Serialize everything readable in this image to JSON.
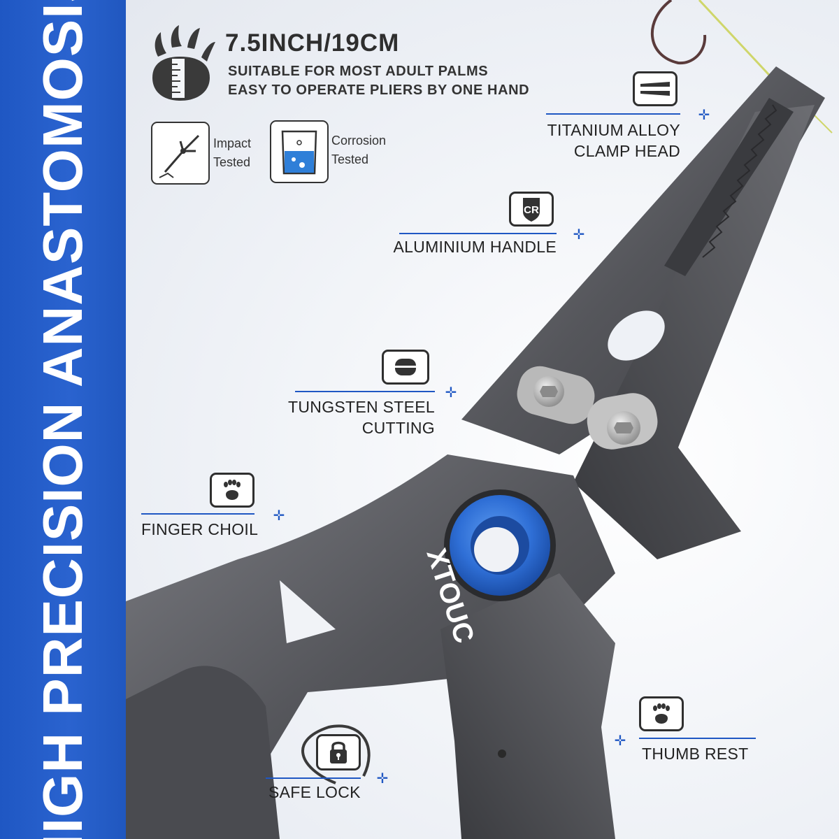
{
  "banner": {
    "text": "HIGH PRECISION ANASTOMOSIS"
  },
  "header": {
    "size_title": "7.5INCH/19CM",
    "lines": [
      "SUITABLE FOR MOST ADULT PALMS",
      "EASY TO OPERATE PLIERS BY ONE HAND"
    ]
  },
  "badges": [
    {
      "icon": "pliers-icon",
      "label_line1": "Impact",
      "label_line2": "Tested"
    },
    {
      "icon": "beaker-icon",
      "label_line1": "Corrosion",
      "label_line2": "Tested"
    }
  ],
  "brand": "XTOUC",
  "features": {
    "clamp_head": {
      "icon": "jaw-icon",
      "line1": "TITANIUM ALLOY",
      "line2": "CLAMP HEAD"
    },
    "handle": {
      "icon": "cr-shield-icon",
      "line1": "ALUMINIUM HANDLE",
      "badge_text": "CR"
    },
    "cutting": {
      "icon": "blade-icon",
      "line1": "TUNGSTEN STEEL",
      "line2": "CUTTING"
    },
    "finger": {
      "icon": "paw-icon",
      "line1": "FINGER CHOIL"
    },
    "thumb": {
      "icon": "paw-icon",
      "line1": "THUMB REST"
    },
    "lock": {
      "icon": "padlock-icon",
      "line1": "SAFE LOCK"
    }
  },
  "colors": {
    "accent": "#1f57c3",
    "metal": "#58595e",
    "knob": "#2f6fd6"
  },
  "plus_symbol": "✛"
}
